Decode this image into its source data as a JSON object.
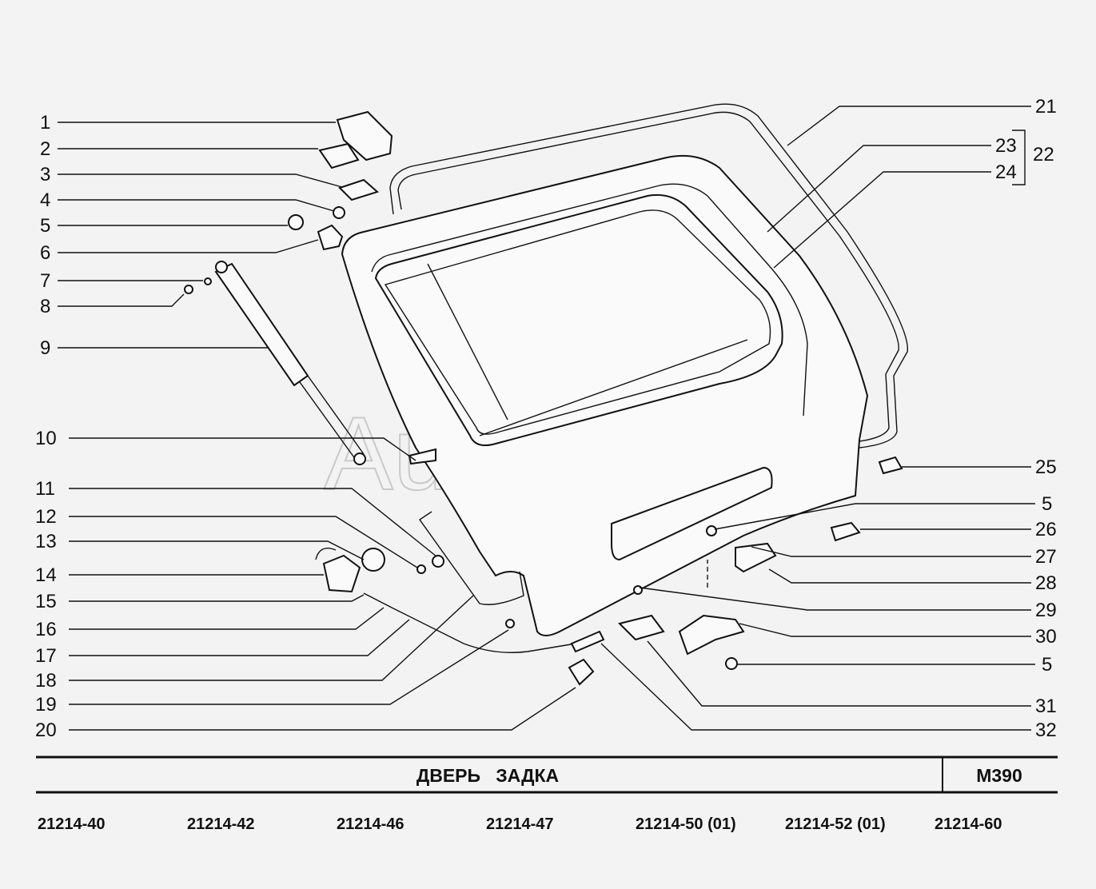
{
  "watermark": "AutoSoft",
  "callouts_left": [
    "1",
    "2",
    "3",
    "4",
    "5",
    "6",
    "7",
    "8",
    "9",
    "10",
    "11",
    "12",
    "13",
    "14",
    "15",
    "16",
    "17",
    "18",
    "19",
    "20"
  ],
  "callouts_right": [
    "21",
    "23",
    "22",
    "24",
    "25",
    "5",
    "26",
    "27",
    "28",
    "29",
    "30",
    "5",
    "31",
    "32"
  ],
  "title": "ДВЕРЬ   ЗАДКА",
  "sheet_code": "M390",
  "models": [
    "21214-40",
    "21214-42",
    "21214-46",
    "21214-47",
    "21214-50 (01)",
    "21214-52 (01)",
    "21214-60"
  ]
}
